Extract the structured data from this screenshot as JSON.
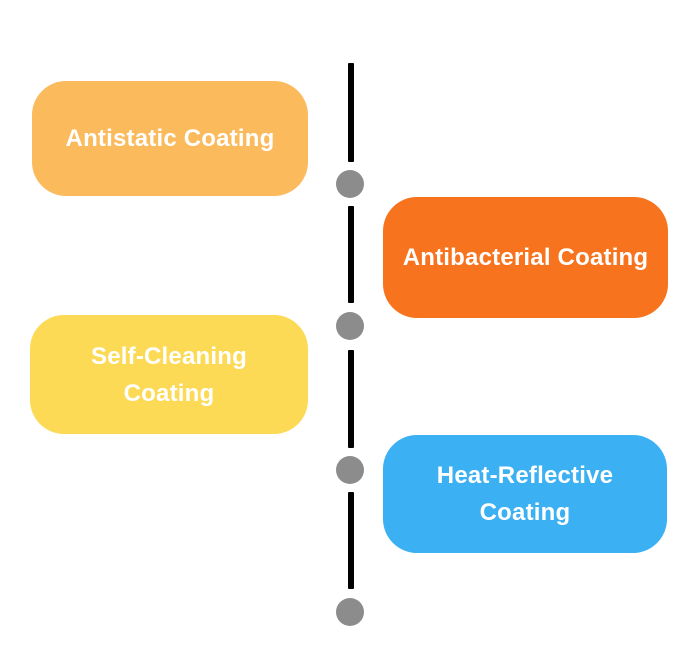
{
  "diagram": {
    "type": "alternating-timeline",
    "background_color": "#ffffff",
    "timeline": {
      "line_color": "#000000",
      "dot_color": "#8c8c8c",
      "dot_count": 4,
      "segment_count": 4
    },
    "text_color": "#ffffff",
    "items": [
      {
        "label": "Antistatic Coating",
        "side": "left",
        "color": "#fbba5b"
      },
      {
        "label": "Antibacterial Coating",
        "side": "right",
        "color": "#f8731d"
      },
      {
        "label": "Self-Cleaning Coating",
        "side": "left",
        "color": "#fcda55"
      },
      {
        "label": "Heat-Reflective Coating",
        "side": "right",
        "color": "#3bb0f2"
      }
    ]
  }
}
